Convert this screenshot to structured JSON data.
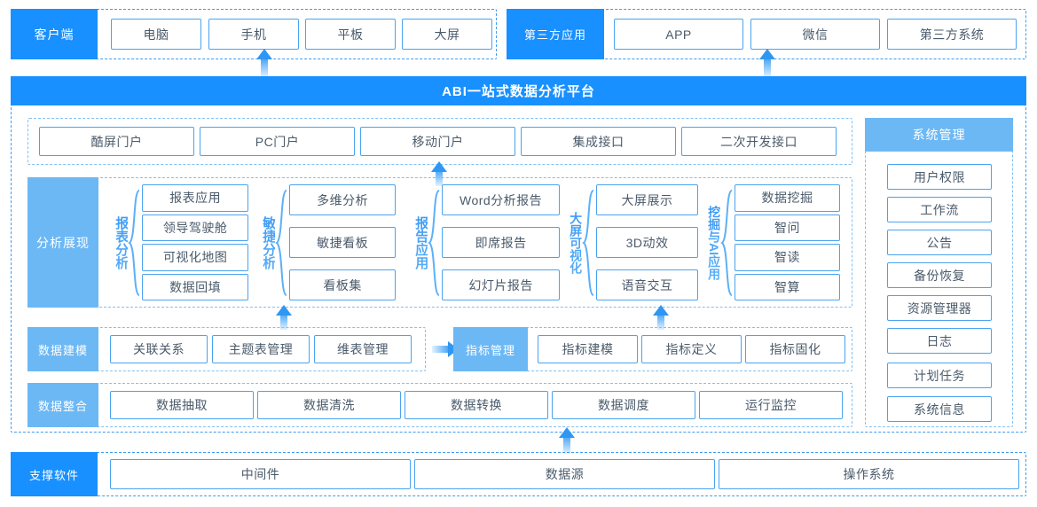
{
  "theme": {
    "primary": "#1890ff",
    "light": "#6cb8f5",
    "border": "#4aa3ef",
    "dash": "#3f9bf0",
    "text": "#4a5a6a"
  },
  "top_row": {
    "client": {
      "label": "客户端",
      "items": [
        "电脑",
        "手机",
        "平板",
        "大屏"
      ]
    },
    "third_party": {
      "label": "第三方应用",
      "items": [
        "APP",
        "微信",
        "第三方系统"
      ]
    }
  },
  "platform": {
    "title": "ABI一站式数据分析平台"
  },
  "portal_row": {
    "items": [
      "酷屏门户",
      "PC门户",
      "移动门户",
      "集成接口",
      "二次开发接口"
    ]
  },
  "analysis": {
    "label": "分析展现",
    "groups": [
      {
        "label": "报表分析",
        "items": [
          "报表应用",
          "领导驾驶舱",
          "可视化地图",
          "数据回填"
        ]
      },
      {
        "label": "敏捷分析",
        "items": [
          "多维分析",
          "敏捷看板",
          "看板集"
        ]
      },
      {
        "label": "报告应用",
        "items": [
          "Word分析报告",
          "即席报告",
          "幻灯片报告"
        ]
      },
      {
        "label": "大屏可视化",
        "items": [
          "大屏展示",
          "3D动效",
          "语音交互"
        ]
      },
      {
        "label": "挖掘与AI应用",
        "items": [
          "数据挖掘",
          "智问",
          "智读",
          "智算"
        ]
      }
    ]
  },
  "modeling": {
    "label": "数据建模",
    "items": [
      "关联关系",
      "主题表管理",
      "维表管理"
    ],
    "metric": {
      "label": "指标管理",
      "items": [
        "指标建模",
        "指标定义",
        "指标固化"
      ]
    }
  },
  "integration": {
    "label": "数据整合",
    "items": [
      "数据抽取",
      "数据清洗",
      "数据转换",
      "数据调度",
      "运行监控"
    ]
  },
  "system_management": {
    "label": "系统管理",
    "items": [
      "用户权限",
      "工作流",
      "公告",
      "备份恢复",
      "资源管理器",
      "日志",
      "计划任务",
      "系统信息"
    ]
  },
  "support": {
    "label": "支撑软件",
    "items": [
      "中间件",
      "数据源",
      "操作系统"
    ]
  }
}
